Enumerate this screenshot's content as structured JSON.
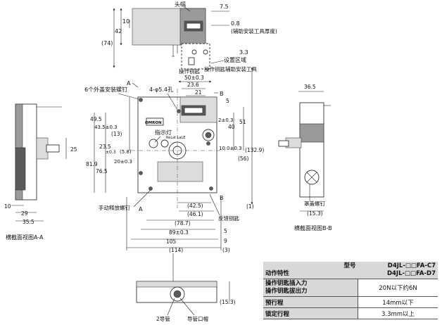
{
  "labels": {
    "head": "头幅",
    "aux_thickness": "(辅助安装工具厚度)",
    "install_area": "设置区域",
    "key": "操作钥匙",
    "key_aux_tool": "操作钥匙辅助安装工具",
    "cover_screws": "6个外盖安装螺钉",
    "holes": "4-φ5.4孔",
    "indicator": "指示灯",
    "manual_release": "手动释放螺钉",
    "reflect_key": "反馈钥匙",
    "cover_screw": "罩盖螺钉",
    "section_aa": "横截面视图A-A",
    "section_bb": "横截面视图B-B",
    "conduit_2": "2导管",
    "conduit_port": "导管口帽",
    "logo": "OMRON",
    "plate": "ReLat LaLE"
  },
  "markers": {
    "a": "A",
    "b": "B"
  },
  "dimensions": {
    "d7_5": "7.5",
    "d10": "10",
    "d42": "42",
    "d74": "(74)",
    "d0_8": "0.8",
    "d3_3": "3.3",
    "d50": "50±0.3",
    "d23_6": "23.6",
    "d21": "21",
    "d5": "5",
    "d36_5": "36.5",
    "d49_5": "49.5",
    "d43_5": "43.5±0.3",
    "d13": "(13)",
    "d23_5": "23.5",
    "d0_3": "±0.3",
    "d5_8": "(5.8)",
    "d20": "20±0.3",
    "d81_9": "81.9",
    "d76_5": "76.5",
    "d25": "25",
    "d2": "2±0.3",
    "d40": "40",
    "d51": "51",
    "d10_0": "10.0±0.3",
    "d56": "(56)",
    "d132_9": "(132.9)",
    "d42_5": "(42.5)",
    "d46_1": "(46.1)",
    "d78_7": "(78.7)",
    "d89": "89±0.3",
    "d105": "105",
    "d114": "(114)",
    "d1": "(1)",
    "d9": "9",
    "d3": "(3)",
    "d10_s": "10",
    "d29": "29",
    "d35_5": "35.5",
    "d15_3": "(15.3)",
    "d15_3b": "(15.3)"
  },
  "spec_table": {
    "model_header": "型号",
    "models": [
      "D4JL-□□FA-C7",
      "D4JL-□□FA-D7"
    ],
    "attribute_header": "动作特性",
    "rows": [
      {
        "attribute_lines": [
          "操作钥匙插入力",
          "操作钥匙拔出力"
        ],
        "value": "20N以下约6N"
      },
      {
        "attribute_lines": [
          "预行程"
        ],
        "value": "14mm以下"
      },
      {
        "attribute_lines": [
          "锁定行程"
        ],
        "value": "3.3mm以上"
      }
    ]
  },
  "colors": {
    "dark": "#5a5a5a",
    "mid": "#9a9a9a",
    "light": "#dcdcdc",
    "table_header": "#d8d8d8"
  }
}
